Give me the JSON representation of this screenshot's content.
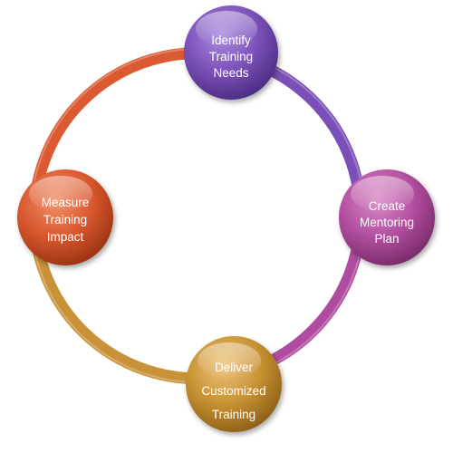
{
  "diagram": {
    "type": "cycle",
    "nodes": [
      {
        "id": "identify",
        "lines": [
          "Identify",
          "Training",
          "Needs"
        ],
        "color": "#7b52b8"
      },
      {
        "id": "create",
        "lines": [
          "Create",
          "Mentoring",
          "Plan"
        ],
        "color": "#b24fa0"
      },
      {
        "id": "deliver",
        "lines": [
          "Deliver",
          "Customized",
          "Training"
        ],
        "color": "#c89233"
      },
      {
        "id": "measure",
        "lines": [
          "Measure",
          "Training",
          "Impact"
        ],
        "color": "#d9582e"
      }
    ],
    "ring_segments": [
      {
        "from": "identify",
        "to": "create",
        "color": "#7a50b8"
      },
      {
        "from": "create",
        "to": "deliver",
        "color": "#b04ca0"
      },
      {
        "from": "deliver",
        "to": "measure",
        "color": "#c99238"
      },
      {
        "from": "measure",
        "to": "identify",
        "color": "#dc5a32"
      }
    ]
  }
}
